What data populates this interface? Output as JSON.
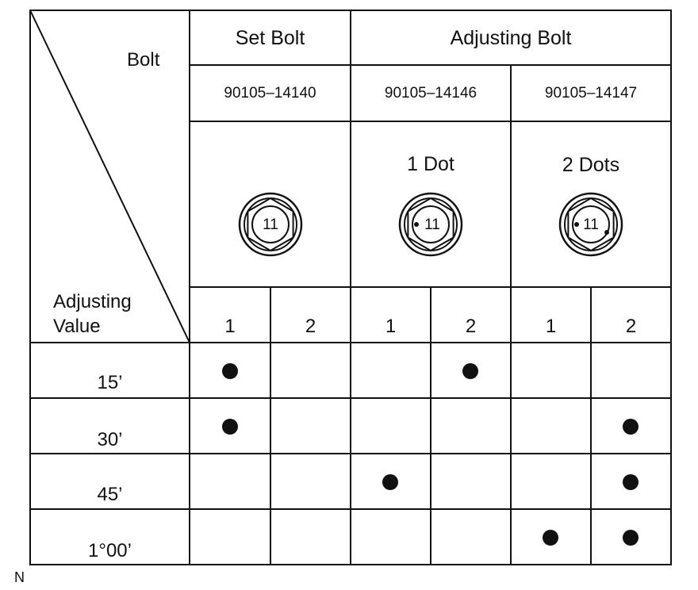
{
  "corner": {
    "top_label": "Bolt",
    "bottom_label_line1": "Adjusting",
    "bottom_label_line2": "Value"
  },
  "groups": {
    "set_bolt": "Set Bolt",
    "adjusting_bolt": "Adjusting Bolt"
  },
  "bolts": [
    {
      "part_number": "90105–14140",
      "marking": "",
      "head_text": "11",
      "dots_inside": 0
    },
    {
      "part_number": "90105–14146",
      "marking": "1 Dot",
      "head_text": "11",
      "dots_inside": 1
    },
    {
      "part_number": "90105–14147",
      "marking": "2 Dots",
      "head_text": "11",
      "dots_inside": 2
    }
  ],
  "columns": [
    "1",
    "2",
    "1",
    "2",
    "1",
    "2"
  ],
  "rows": [
    {
      "value": "15’",
      "marks": [
        true,
        false,
        false,
        true,
        false,
        false
      ]
    },
    {
      "value": "30’",
      "marks": [
        true,
        false,
        false,
        false,
        false,
        true
      ]
    },
    {
      "value": "45’",
      "marks": [
        false,
        false,
        true,
        false,
        false,
        true
      ]
    },
    {
      "value": "1°00’",
      "marks": [
        false,
        false,
        false,
        false,
        true,
        true
      ]
    }
  ],
  "footer_code": "N",
  "colors": {
    "ink": "#111111",
    "paper": "#ffffff"
  }
}
